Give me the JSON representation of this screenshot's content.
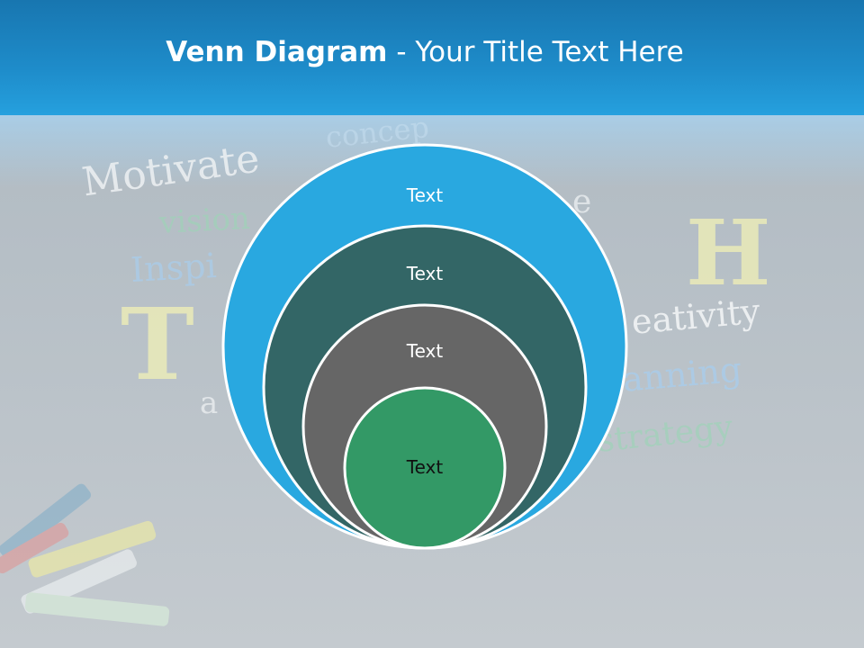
{
  "slide": {
    "title_bold": "Venn Diagram",
    "title_rest": " - Your Title Text Here"
  },
  "background_words": {
    "motivate": "Motivate",
    "vision": "vision",
    "inspire": "Inspi",
    "concept": "concep",
    "creativity": "eativity",
    "planning": "anning",
    "strategy": "strategy",
    "big_t": "T",
    "big_h": "H",
    "a": "a",
    "e": "e"
  },
  "circles": [
    {
      "label": "Text",
      "fill": "#29a8e0",
      "text_color": "#ffffff"
    },
    {
      "label": "Text",
      "fill": "#336666",
      "text_color": "#ffffff"
    },
    {
      "label": "Text",
      "fill": "#666666",
      "text_color": "#ffffff"
    },
    {
      "label": "Text",
      "fill": "#339966",
      "text_color": "#111111"
    }
  ]
}
